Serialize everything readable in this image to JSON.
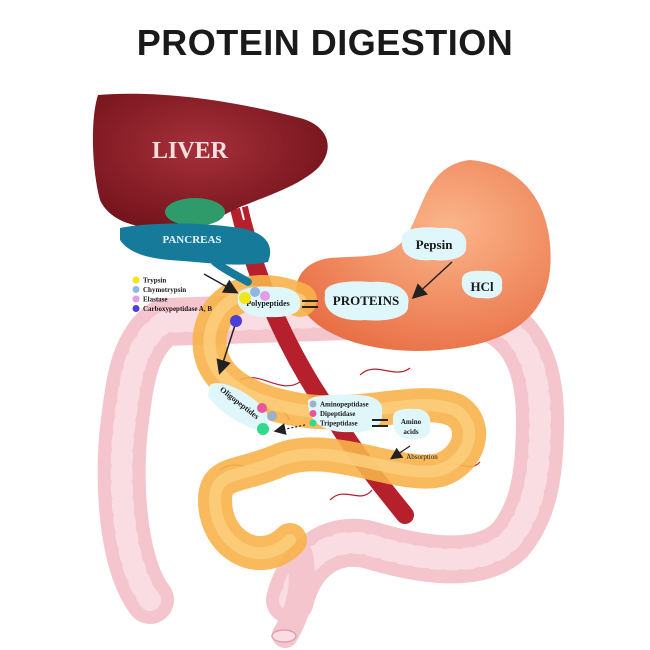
{
  "title": "PROTEIN DIGESTION",
  "organs": {
    "liver": "LIVER",
    "pancreas": "PANCREAS",
    "proteins": "PROTEINS",
    "pepsin": "Pepsin",
    "hcl": "HCl"
  },
  "stages": {
    "polypeptides": "Polypeptides",
    "oligopeptides": "Oligopeptides",
    "amino_acids_line1": "Amino",
    "amino_acids_line2": "acids",
    "absorption": "Absorption"
  },
  "pancreatic_enzymes": [
    {
      "label": "Trypsin",
      "color": "#f2e51a"
    },
    {
      "label": "Chymotrypsin",
      "color": "#8fb8e8"
    },
    {
      "label": "Elastase",
      "color": "#e49be8"
    },
    {
      "label": "Carboxypeptidase A, B",
      "color": "#4b3fd6"
    }
  ],
  "intestinal_enzymes": [
    {
      "label": "Aminopeptidase",
      "color": "#9db0c6"
    },
    {
      "label": "Dipeptidase",
      "color": "#e8559a"
    },
    {
      "label": "Tripeptidase",
      "color": "#33d98a"
    }
  ],
  "colors": {
    "liver": "#8b1c24",
    "stomach": "#f28a5e",
    "pancreas": "#167a9a",
    "gallbladder": "#2f9a6a",
    "small_intestine": "#f7b24a",
    "large_intestine": "#f5c5cd",
    "blood_vessel": "#b5202c",
    "label_bubble": "#dff6fb"
  }
}
